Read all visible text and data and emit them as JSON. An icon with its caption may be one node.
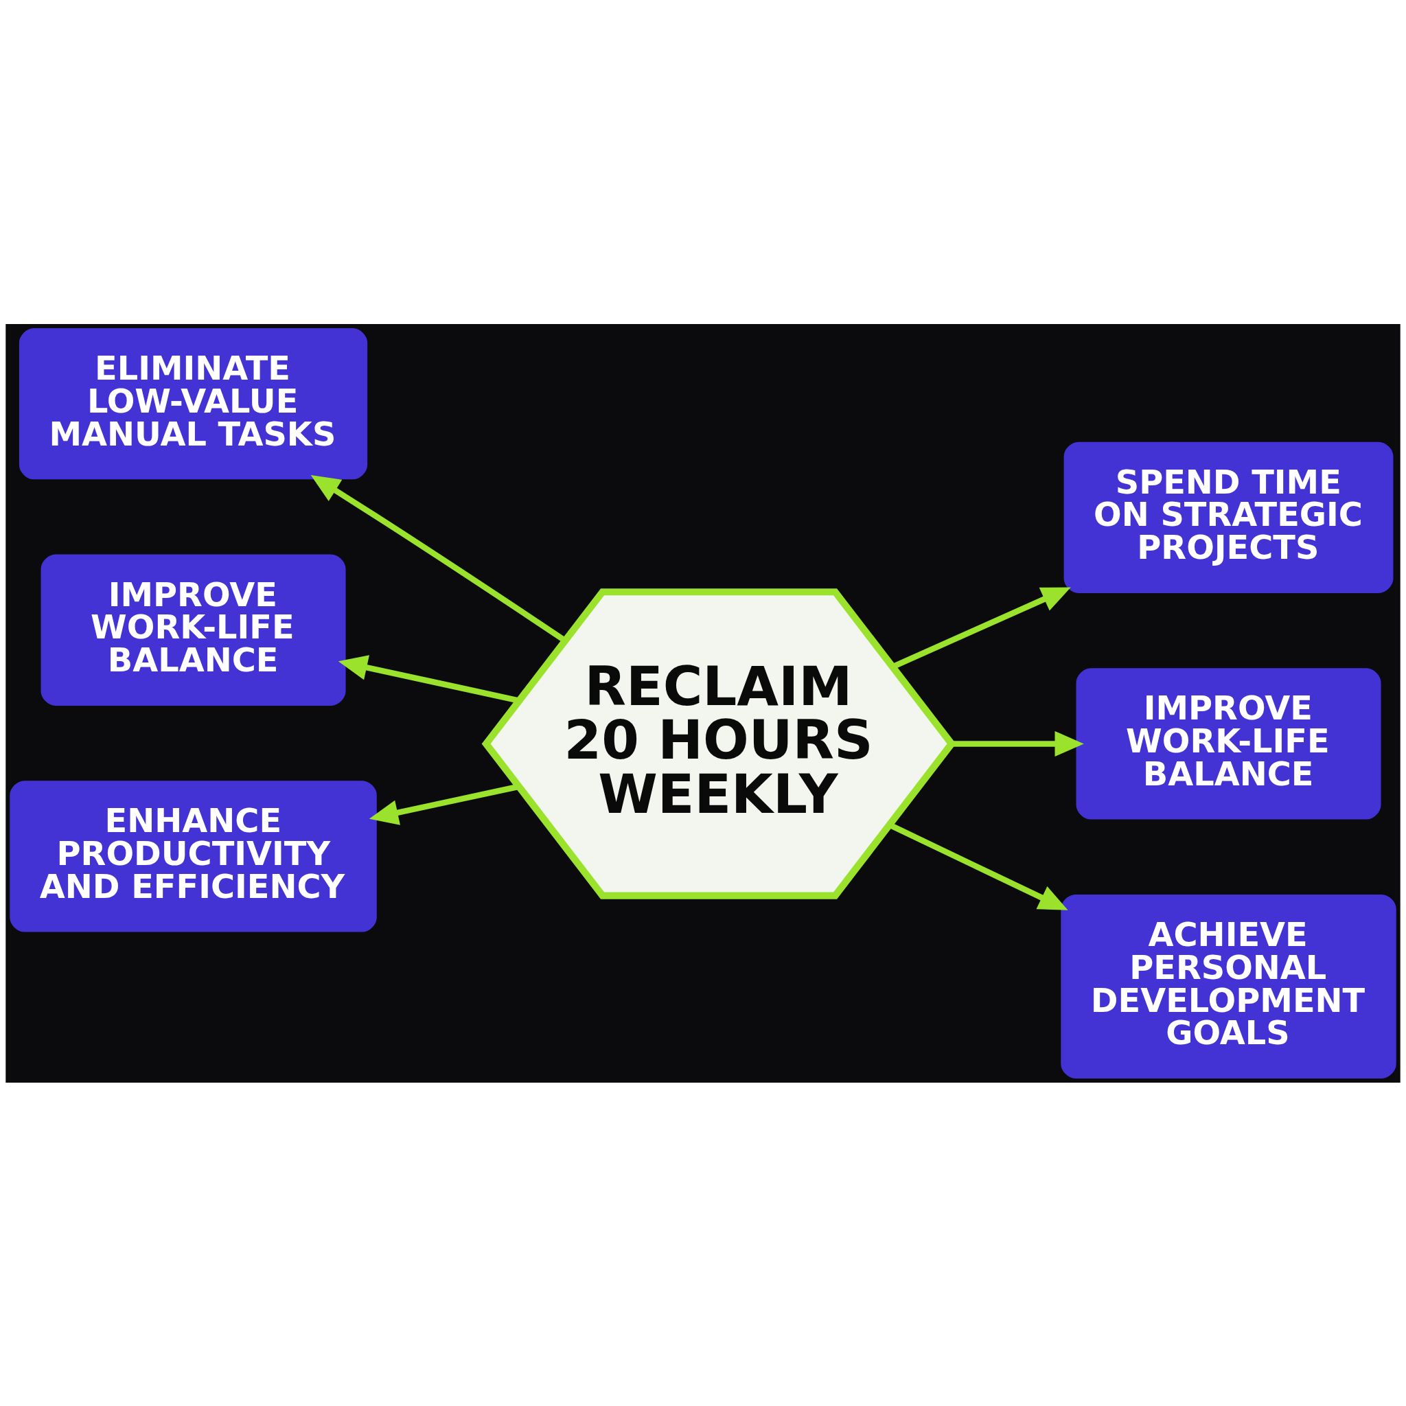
{
  "diagram": {
    "nodes": [
      {
        "text": [
          "ELIMINATE LOW-VALUE MANUAL TASKS"
        ]
      },
      {
        "text": [
          "SPEND TIME ON STRATEGIC PROJECTS"
        ]
      },
      {
        "text": [
          "RECLAIM 20 HOURS WEEKLY"
        ]
      },
      {
        "text": [
          "IMPROVE WORK-LIFE BALANCE"
        ]
      },
      {
        "text": [
          "IMPROVE WORK-LIFE BALANCE"
        ]
      },
      {
        "text": [
          "ENHANCE PRODUCTIVITY AND EFFICIENCY"
        ]
      },
      {
        "text": [
          "ACHIEVE PERSONAL DEVELOPMENT GOALS"
        ]
      }
    ],
    "edges": [
      {
        "from": 2,
        "to": 0,
        "arrow": "to"
      },
      {
        "from": 2,
        "to": 1,
        "arrow": "to"
      },
      {
        "from": 2,
        "to": 4,
        "arrow": "to"
      },
      {
        "from": 2,
        "to": 6,
        "arrow": "to"
      },
      {
        "from": 2,
        "to": 5,
        "arrow": "to"
      },
      {
        "from": 2,
        "to": 3,
        "arrow": "to"
      }
    ]
  }
}
